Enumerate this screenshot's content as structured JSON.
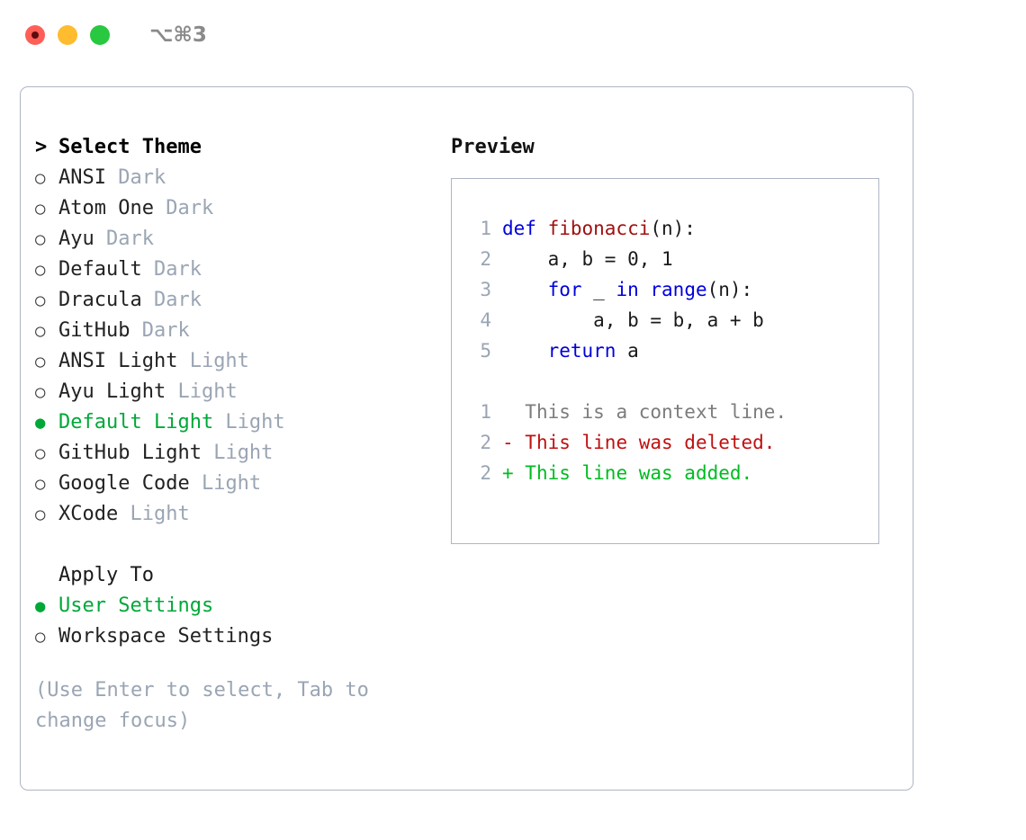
{
  "window": {
    "shortcut": "⌥⌘3",
    "traffic_lights": [
      "close-red",
      "minimize-yellow",
      "maximize-green"
    ]
  },
  "theme_panel": {
    "header": {
      "prefix": ">",
      "label": "Select Theme"
    },
    "items": [
      {
        "marker": "○",
        "label": "ANSI",
        "suffix": " Dark",
        "selected": false
      },
      {
        "marker": "○",
        "label": "Atom One",
        "suffix": " Dark",
        "selected": false
      },
      {
        "marker": "○",
        "label": "Ayu",
        "suffix": " Dark",
        "selected": false
      },
      {
        "marker": "○",
        "label": "Default",
        "suffix": " Dark",
        "selected": false
      },
      {
        "marker": "○",
        "label": "Dracula",
        "suffix": " Dark",
        "selected": false
      },
      {
        "marker": "○",
        "label": "GitHub",
        "suffix": " Dark",
        "selected": false
      },
      {
        "marker": "○",
        "label": "ANSI Light",
        "suffix": " Light",
        "selected": false
      },
      {
        "marker": "○",
        "label": "Ayu Light",
        "suffix": " Light",
        "selected": false
      },
      {
        "marker": "●",
        "label": "Default Light",
        "suffix": " Light",
        "selected": true
      },
      {
        "marker": "○",
        "label": "GitHub Light",
        "suffix": " Light",
        "selected": false
      },
      {
        "marker": "○",
        "label": "Google Code",
        "suffix": " Light",
        "selected": false
      },
      {
        "marker": "○",
        "label": "XCode",
        "suffix": " Light",
        "selected": false
      }
    ]
  },
  "apply_to": {
    "title": "Apply To",
    "options": [
      {
        "marker": "●",
        "label": "User Settings",
        "selected": true
      },
      {
        "marker": "○",
        "label": "Workspace Settings",
        "selected": false
      }
    ]
  },
  "hint": "(Use Enter to select, Tab to change focus)",
  "preview": {
    "title": "Preview",
    "code_lines": [
      {
        "no": "1",
        "tokens": [
          {
            "t": "def ",
            "k": "kw"
          },
          {
            "t": "fibonacci",
            "k": "fn"
          },
          {
            "t": "(n):",
            "k": "plain"
          }
        ]
      },
      {
        "no": "2",
        "tokens": [
          {
            "t": "    a, b = 0, 1",
            "k": "plain"
          }
        ]
      },
      {
        "no": "3",
        "tokens": [
          {
            "t": "    ",
            "k": "plain"
          },
          {
            "t": "for ",
            "k": "kw"
          },
          {
            "t": "_ ",
            "k": "plain"
          },
          {
            "t": "in ",
            "k": "kw"
          },
          {
            "t": "range",
            "k": "kw"
          },
          {
            "t": "(n):",
            "k": "plain"
          }
        ]
      },
      {
        "no": "4",
        "tokens": [
          {
            "t": "        a, b = b, a + b",
            "k": "plain"
          }
        ]
      },
      {
        "no": "5",
        "tokens": [
          {
            "t": "    ",
            "k": "plain"
          },
          {
            "t": "return ",
            "k": "kw"
          },
          {
            "t": "a",
            "k": "plain"
          }
        ]
      }
    ],
    "diff_lines": [
      {
        "no": "1",
        "sign": " ",
        "text": " This is a context line.",
        "kind": "context"
      },
      {
        "no": "2",
        "sign": "-",
        "text": " This line was deleted.",
        "kind": "del"
      },
      {
        "no": "2",
        "sign": "+",
        "text": " This line was added.",
        "kind": "add"
      }
    ]
  },
  "colors": {
    "accent_green": "#00a838",
    "muted": "#9aa5b4",
    "keyword_blue": "#0000dd",
    "function_red": "#a01010",
    "diff_delete": "#c01010",
    "diff_add": "#00bb22",
    "border": "#aeb6c4"
  }
}
